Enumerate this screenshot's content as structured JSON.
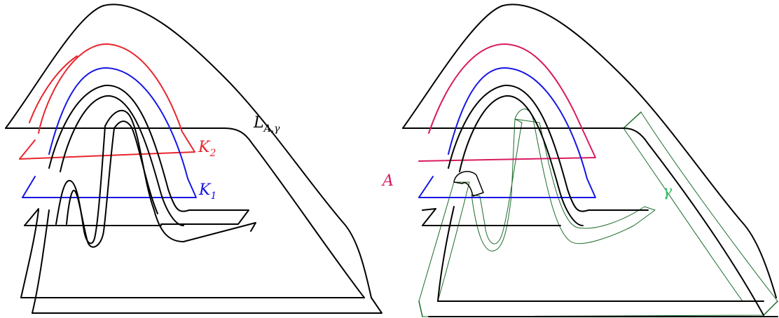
{
  "labels": {
    "link": {
      "main": "L",
      "sub": "A,γ"
    },
    "knot2": {
      "main": "K",
      "sub": "2"
    },
    "knot1": {
      "main": "K",
      "sub": "1"
    },
    "annulus": "A",
    "arc": "γ"
  },
  "colors": {
    "link": "#000000",
    "knot2": "#e8262e",
    "knot1": "#1515e6",
    "annulus_fill": "#d8a0de",
    "annulus_edge": "#d81b60",
    "band_fill": "#8fe39a",
    "band_dark": "#6b9b72",
    "band_edge": "#1c6b2a",
    "annulus_label": "#d81b60",
    "gamma_label": "#3fbf70"
  }
}
